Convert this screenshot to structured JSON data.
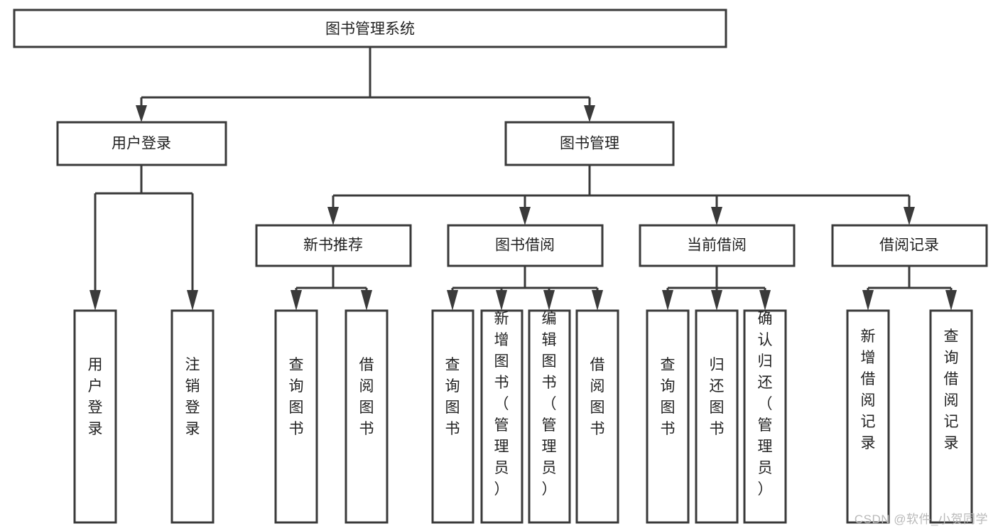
{
  "diagram": {
    "title": "图书管理系统",
    "type": "tree",
    "orientation": "top-down",
    "colors": {
      "stroke": "#3a3a3a",
      "fill": "#ffffff",
      "text": "#222222",
      "background": "#ffffff",
      "watermark": "#b9b9b9"
    },
    "watermark": "CSDN @软件_小贺同学",
    "nodes": {
      "root": {
        "label": "图书管理系统",
        "level": 1,
        "text_orientation": "horizontal"
      },
      "l2": [
        {
          "id": "user-login",
          "label": "用户登录",
          "level": 2,
          "text_orientation": "horizontal"
        },
        {
          "id": "book-manage",
          "label": "图书管理",
          "level": 2,
          "text_orientation": "horizontal"
        }
      ],
      "l3": [
        {
          "id": "new-book-recommend",
          "label": "新书推荐",
          "level": 3,
          "parent": "book-manage",
          "text_orientation": "horizontal"
        },
        {
          "id": "book-borrow",
          "label": "图书借阅",
          "level": 3,
          "parent": "book-manage",
          "text_orientation": "horizontal"
        },
        {
          "id": "current-borrow",
          "label": "当前借阅",
          "level": 3,
          "parent": "book-manage",
          "text_orientation": "horizontal"
        },
        {
          "id": "borrow-record",
          "label": "借阅记录",
          "level": 3,
          "parent": "book-manage",
          "text_orientation": "horizontal"
        }
      ],
      "leaves": [
        {
          "id": "leaf-user-login",
          "label": "用户登录",
          "parent": "user-login",
          "text_orientation": "vertical"
        },
        {
          "id": "leaf-user-logout",
          "label": "注销登录",
          "parent": "user-login",
          "text_orientation": "vertical"
        },
        {
          "id": "leaf-query-book-1",
          "label": "查询图书",
          "parent": "new-book-recommend",
          "text_orientation": "vertical"
        },
        {
          "id": "leaf-borrow-book-1",
          "label": "借阅图书",
          "parent": "new-book-recommend",
          "text_orientation": "vertical"
        },
        {
          "id": "leaf-query-book-2",
          "label": "查询图书",
          "parent": "book-borrow",
          "text_orientation": "vertical"
        },
        {
          "id": "leaf-add-book",
          "label": "新增图书（管理员）",
          "parent": "book-borrow",
          "text_orientation": "vertical"
        },
        {
          "id": "leaf-edit-book",
          "label": "编辑图书（管理员）",
          "parent": "book-borrow",
          "text_orientation": "vertical"
        },
        {
          "id": "leaf-borrow-book-2",
          "label": "借阅图书",
          "parent": "book-borrow",
          "text_orientation": "vertical"
        },
        {
          "id": "leaf-query-book-3",
          "label": "查询图书",
          "parent": "current-borrow",
          "text_orientation": "vertical"
        },
        {
          "id": "leaf-return-book",
          "label": "归还图书",
          "parent": "current-borrow",
          "text_orientation": "vertical"
        },
        {
          "id": "leaf-confirm-return",
          "label": "确认归还（管理员）",
          "parent": "current-borrow",
          "text_orientation": "vertical"
        },
        {
          "id": "leaf-add-record",
          "label": "新增借阅记录",
          "parent": "borrow-record",
          "text_orientation": "vertical"
        },
        {
          "id": "leaf-query-record",
          "label": "查询借阅记录",
          "parent": "borrow-record",
          "text_orientation": "vertical"
        }
      ]
    }
  }
}
